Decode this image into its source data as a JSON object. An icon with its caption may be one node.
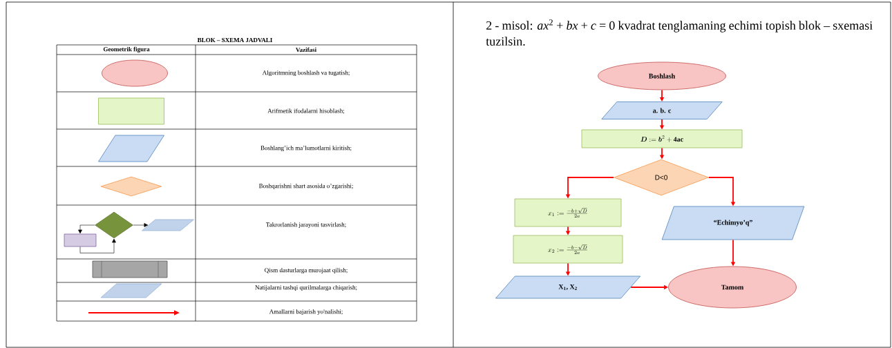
{
  "diagram": {
    "nodes": [
      {
        "text": [],
        "shape": "ellipse"
      },
      {
        "text": [],
        "shape": "box"
      },
      {
        "text": [],
        "shape": "parallelogram"
      },
      {
        "text": [],
        "shape": "diamond"
      },
      {
        "text": [],
        "shape": "diamond"
      },
      {
        "text": [],
        "shape": "box"
      },
      {
        "text": [],
        "shape": "parallelogram"
      },
      {
        "text": [],
        "shape": "box"
      },
      {
        "text": [],
        "shape": "parallelogram"
      },
      {
        "text": [
          "Boshlash"
        ]
      },
      {
        "text": [
          "a. b. c"
        ]
      },
      {
        "text": [
          "\\boldsymbol{D} := \\boldsymbol{b}^{2} + \\mathbf{4ac}"
        ]
      },
      {
        "text": [
          "D<0"
        ]
      },
      {
        "text": [
          "x_{1} := \\frac{-b+\\sqrt{D}}{2a}"
        ]
      },
      {
        "text": [
          "x_{2} := \\frac{-b-\\sqrt{D}}{2a}"
        ]
      },
      {
        "text": [
          "X$_{1}$, X$_{2}$"
        ]
      },
      {
        "text": [
          "“Echimyo’q”"
        ]
      },
      {
        "text": [
          "Tamom"
        ]
      }
    ],
    "edges": [
      {
        "from": 4,
        "to": 5,
        "arrow": "to",
        "color": "#000000"
      },
      {
        "from": 5,
        "to": 4,
        "arrow": "to",
        "color": "#000000"
      },
      {
        "from": 4,
        "to": 6,
        "arrow": "to",
        "color": "#000000"
      },
      {
        "from": 9,
        "to": 10,
        "arrow": "to"
      },
      {
        "from": 10,
        "to": 11,
        "arrow": "to"
      },
      {
        "from": 11,
        "to": 12,
        "arrow": "to"
      },
      {
        "from": 12,
        "to": 13,
        "arrow": "to"
      },
      {
        "from": 12,
        "to": 16,
        "arrow": "to"
      },
      {
        "from": 13,
        "to": 14,
        "arrow": "to"
      },
      {
        "from": 14,
        "to": 15,
        "arrow": "to"
      },
      {
        "from": 15,
        "to": 17,
        "arrow": "to"
      },
      {
        "from": 16,
        "to": 17,
        "arrow": "to"
      }
    ],
    "labels": [
      "BLOK – SXEMA JADVALI",
      "Geometrik figura",
      "Vazifasi",
      "Algoritmning boshlash va tugatish;",
      "Arifmetik ifodalarni hisoblash;",
      "Boshlang’ich ma’lumotlarni kiritish;",
      "Boshqarishni shart asosida o’zgarishi;",
      "Takrorlanish jarayoni tasvirlash;",
      "Qism dasturlarga murojaat qilish;",
      "Natijalarni tashqi qurilmalarga chiqarish;",
      "Amallarni bajarish yo'nalishi;",
      "2 - misol: *ax*$^{2}$ + *bx* + *c* = 0 kvadrat tenglamaning echimi topish blok – sxemasi tuzilsin."
    ]
  }
}
